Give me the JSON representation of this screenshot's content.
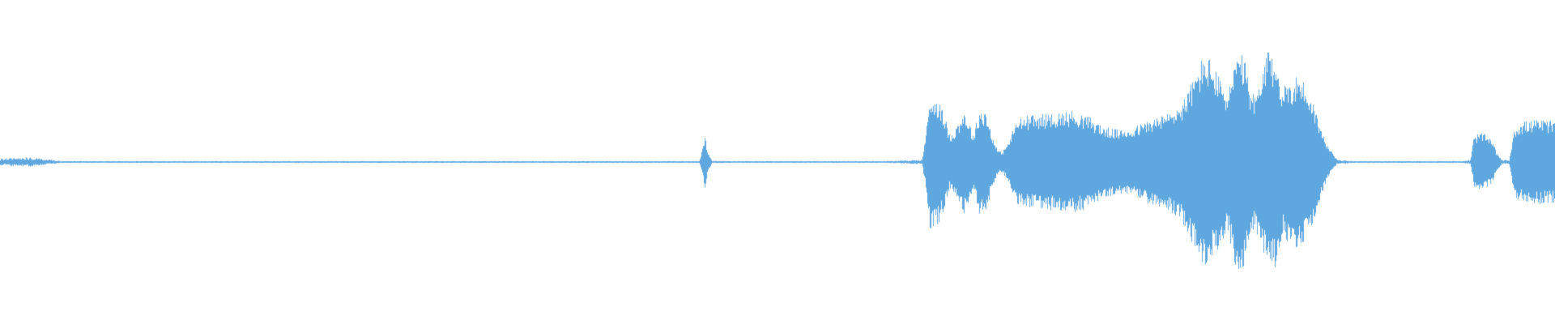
{
  "waveform": {
    "color": "#5fa8df",
    "background": "#ffffff",
    "sample_envelope": [
      [
        0.0,
        0.015
      ],
      [
        0.01,
        0.02
      ],
      [
        0.02,
        0.02
      ],
      [
        0.035,
        0.008
      ],
      [
        0.04,
        0.004
      ],
      [
        0.1,
        0.004
      ],
      [
        0.2,
        0.004
      ],
      [
        0.3,
        0.004
      ],
      [
        0.4,
        0.004
      ],
      [
        0.45,
        0.004
      ],
      [
        0.4535,
        0.15
      ],
      [
        0.455,
        0.06
      ],
      [
        0.458,
        0.006
      ],
      [
        0.47,
        0.004
      ],
      [
        0.54,
        0.004
      ],
      [
        0.57,
        0.004
      ],
      [
        0.593,
        0.01
      ],
      [
        0.595,
        0.12
      ],
      [
        0.598,
        0.38
      ],
      [
        0.603,
        0.36
      ],
      [
        0.607,
        0.28
      ],
      [
        0.611,
        0.15
      ],
      [
        0.616,
        0.22
      ],
      [
        0.62,
        0.29
      ],
      [
        0.623,
        0.24
      ],
      [
        0.626,
        0.15
      ],
      [
        0.63,
        0.3
      ],
      [
        0.634,
        0.29
      ],
      [
        0.638,
        0.16
      ],
      [
        0.642,
        0.06
      ],
      [
        0.645,
        0.06
      ],
      [
        0.649,
        0.12
      ],
      [
        0.654,
        0.24
      ],
      [
        0.66,
        0.26
      ],
      [
        0.67,
        0.27
      ],
      [
        0.68,
        0.28
      ],
      [
        0.69,
        0.29
      ],
      [
        0.7,
        0.26
      ],
      [
        0.71,
        0.2
      ],
      [
        0.72,
        0.18
      ],
      [
        0.73,
        0.2
      ],
      [
        0.74,
        0.24
      ],
      [
        0.75,
        0.27
      ],
      [
        0.76,
        0.33
      ],
      [
        0.765,
        0.42
      ],
      [
        0.77,
        0.52
      ],
      [
        0.775,
        0.62
      ],
      [
        0.78,
        0.56
      ],
      [
        0.785,
        0.46
      ],
      [
        0.79,
        0.4
      ],
      [
        0.795,
        0.6
      ],
      [
        0.8,
        0.6
      ],
      [
        0.805,
        0.38
      ],
      [
        0.81,
        0.42
      ],
      [
        0.815,
        0.62
      ],
      [
        0.82,
        0.6
      ],
      [
        0.825,
        0.42
      ],
      [
        0.83,
        0.46
      ],
      [
        0.835,
        0.5
      ],
      [
        0.84,
        0.44
      ],
      [
        0.845,
        0.33
      ],
      [
        0.85,
        0.18
      ],
      [
        0.855,
        0.08
      ],
      [
        0.86,
        0.01
      ],
      [
        0.87,
        0.004
      ],
      [
        0.9,
        0.004
      ],
      [
        0.94,
        0.004
      ],
      [
        0.946,
        0.01
      ],
      [
        0.948,
        0.14
      ],
      [
        0.952,
        0.17
      ],
      [
        0.956,
        0.15
      ],
      [
        0.96,
        0.12
      ],
      [
        0.963,
        0.05
      ],
      [
        0.966,
        0.01
      ],
      [
        0.971,
        0.01
      ],
      [
        0.974,
        0.2
      ],
      [
        0.98,
        0.23
      ],
      [
        0.99,
        0.24
      ],
      [
        1.0,
        0.23
      ]
    ]
  }
}
